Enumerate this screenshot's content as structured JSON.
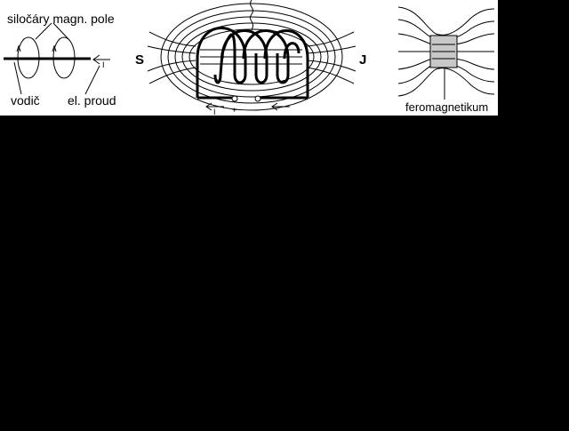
{
  "colors": {
    "background": "#000000",
    "panel": "#ffffff",
    "ink": "#000000",
    "ferromagnet_fill": "#c8c8c8"
  },
  "conductor_panel": {
    "label_field_lines": "siločáry magn. pole",
    "label_conductor": "vodič",
    "label_current": "el. proud",
    "current_symbol": "I"
  },
  "coil_panel": {
    "pole_south": "S",
    "pole_north": "J",
    "current_symbol": "I",
    "terminal_plus": "+",
    "terminal_minus": "−"
  },
  "core_panel": {
    "label_core": "feromagnetikum"
  }
}
